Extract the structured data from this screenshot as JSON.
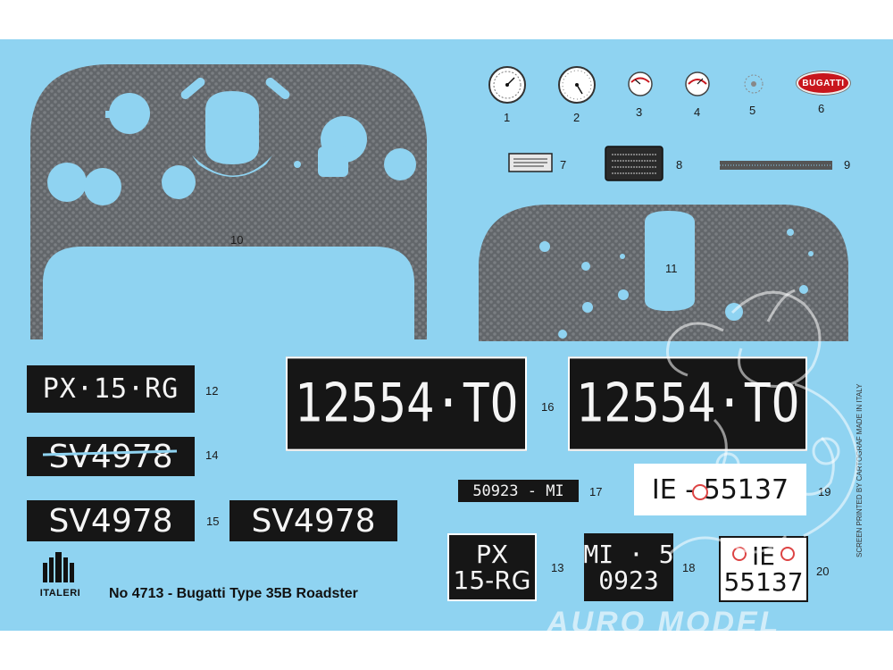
{
  "plates": {
    "p12": "PX·15·RG",
    "p14": "SV4978",
    "p15a": "SV4978",
    "p15b": "SV4978",
    "p16a": "12554·TO",
    "p16b": "12554·TO",
    "p17": "50923 - MI",
    "p19": "IE - 55137",
    "p13_line1": "PX",
    "p13_line2": "15-RG",
    "p18_line1": "MI · 5",
    "p18_line2": "0923",
    "p20_line1": "IE",
    "p20_line2": "55137"
  },
  "numbers": {
    "n1": "1",
    "n2": "2",
    "n3": "3",
    "n4": "4",
    "n5": "5",
    "n6": "6",
    "n7": "7",
    "n8": "8",
    "n9": "9",
    "n10": "10",
    "n11": "11",
    "n12": "12",
    "n13": "13",
    "n14": "14",
    "n15": "15",
    "n16": "16",
    "n17": "17",
    "n18": "18",
    "n19": "19",
    "n20": "20"
  },
  "badge_text": "BUGATTI",
  "brand_name": "ITALERI",
  "kit_title": "No 4713 - Bugatti Type 35B Roadster",
  "side_text": "SCREEN PRINTED BY CARTOGRAF MADE IN ITALY",
  "watermark": "AURO MODEL",
  "colors": {
    "sheet": "#8fd3f1",
    "carbon": "#6a6e72",
    "plate_black": "#161616",
    "badge_red": "#c8161d"
  }
}
